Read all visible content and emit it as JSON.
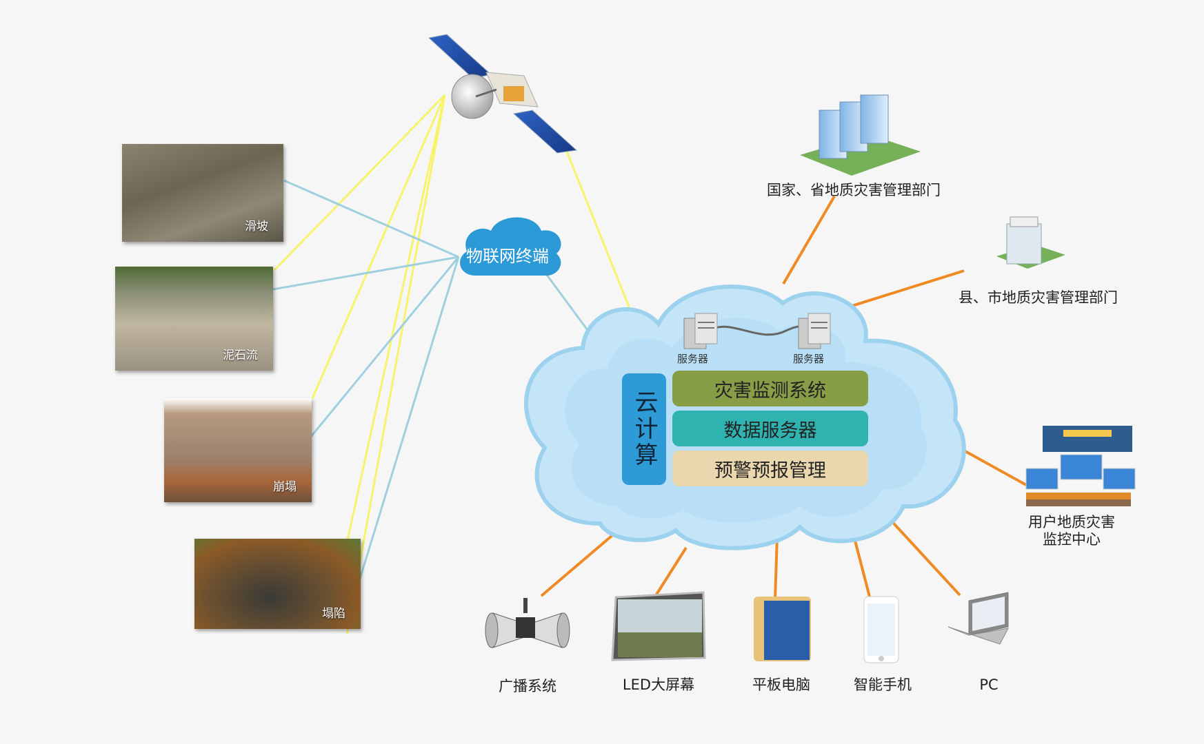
{
  "hazards": [
    {
      "label": "滑坡"
    },
    {
      "label": "泥石流"
    },
    {
      "label": "崩塌"
    },
    {
      "label": "塌陷"
    }
  ],
  "iot_terminal": "物联网终端",
  "cloud": {
    "vertical_label": "云计算",
    "servers": [
      "服务器",
      "服务器"
    ],
    "layers": [
      {
        "label": "灾害监测系统",
        "color": "#879d46"
      },
      {
        "label": "数据服务器",
        "color": "#2fb3b1"
      },
      {
        "label": "预警预报管理",
        "color": "#ead7ad"
      }
    ]
  },
  "departments": {
    "national": "国家、省地质灾害管理部门",
    "county": "县、市地质灾害管理部门",
    "monitoring_center": [
      "用户地质灾害",
      "监控中心"
    ]
  },
  "devices": [
    {
      "label": "广播系统"
    },
    {
      "label": "LED大屏幕"
    },
    {
      "label": "平板电脑"
    },
    {
      "label": "智能手机"
    },
    {
      "label": "PC"
    }
  ],
  "colors": {
    "satellite_link": "#f7f36a",
    "iot_link": "#9fd0e0",
    "orange_link": "#f08a24",
    "cloud_fill": "#bfe3f6"
  }
}
